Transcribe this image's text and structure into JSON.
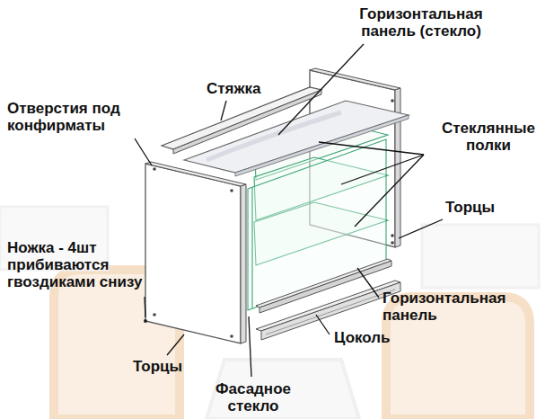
{
  "diagram": {
    "labels": [
      "Горизонтальная панель (стекло)",
      "Стяжка",
      "Отверстия под конфирматы",
      "Стеклянные полки",
      "Торцы",
      "Ножка - 4шт прибиваются гвоздиками снизу",
      "Горизонтальная панель",
      "Цоколь",
      "Торцы",
      "Фасадное стекло"
    ]
  }
}
